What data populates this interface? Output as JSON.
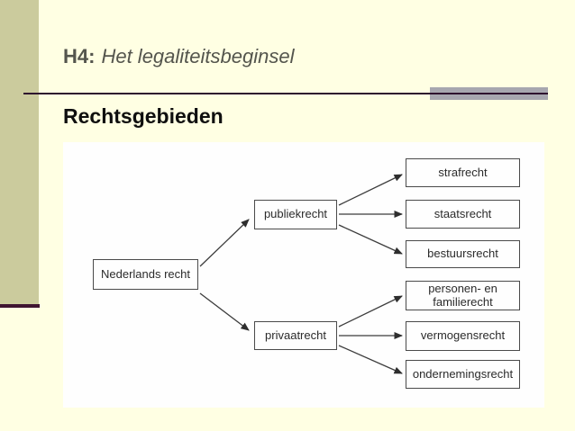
{
  "slide": {
    "title_prefix": "H4:",
    "title_italic": "Het legaliteitsbeginsel",
    "heading": "Rechtsgebieden"
  },
  "colors": {
    "background": "#FFFFE3",
    "left_bar": "#CBCB9D",
    "accent_line": "#2E132E",
    "accent_bar_gray": "#A7A7AF",
    "bar_underline": "#3F1431",
    "title_text": "#54554D",
    "heading_text": "#0F0F0F",
    "panel_background": "#FEFEFE",
    "node_border": "#4A4A4A",
    "node_text": "#2B2B2B"
  },
  "diagram": {
    "type": "tree",
    "nodes": [
      {
        "id": "nederlands-recht",
        "label": "Nederlands recht",
        "level": 0
      },
      {
        "id": "publiekrecht",
        "label": "publiekrecht",
        "level": 1
      },
      {
        "id": "privaatrecht",
        "label": "privaatrecht",
        "level": 1
      },
      {
        "id": "strafrecht",
        "label": "strafrecht",
        "level": 2
      },
      {
        "id": "staatsrecht",
        "label": "staatsrecht",
        "level": 2
      },
      {
        "id": "bestuursrecht",
        "label": "bestuursrecht",
        "level": 2
      },
      {
        "id": "personen-familierecht",
        "label": "personen- en familierecht",
        "level": 2
      },
      {
        "id": "vermogensrecht",
        "label": "vermogensrecht",
        "level": 2
      },
      {
        "id": "ondernemingsrecht",
        "label": "ondernemingsrecht",
        "level": 2
      }
    ],
    "edges": [
      {
        "from": "nederlands-recht",
        "to": "publiekrecht"
      },
      {
        "from": "nederlands-recht",
        "to": "privaatrecht"
      },
      {
        "from": "publiekrecht",
        "to": "strafrecht"
      },
      {
        "from": "publiekrecht",
        "to": "staatsrecht"
      },
      {
        "from": "publiekrecht",
        "to": "bestuursrecht"
      },
      {
        "from": "privaatrecht",
        "to": "personen-familierecht"
      },
      {
        "from": "privaatrecht",
        "to": "vermogensrecht"
      },
      {
        "from": "privaatrecht",
        "to": "ondernemingsrecht"
      }
    ]
  }
}
